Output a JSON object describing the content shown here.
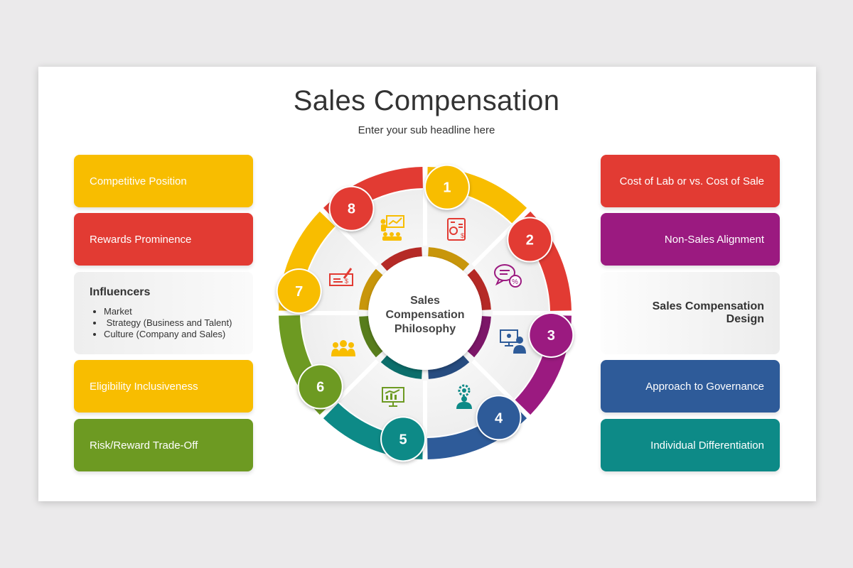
{
  "title": "Sales Compensation",
  "subtitle": "Enter your sub headline here",
  "center_text": [
    "Sales",
    "Compensation",
    "Philosophy"
  ],
  "left_items": [
    {
      "label": "Competitive Position",
      "color": "#f8bd00"
    },
    {
      "label": "Rewards Prominence",
      "color": "#e23b33"
    },
    {
      "label": "Eligibility Inclusiveness",
      "color": "#f8bd00"
    },
    {
      "label": "Risk/Reward Trade-Off",
      "color": "#6d9a22"
    }
  ],
  "influencers": {
    "heading": "Influencers",
    "bullets": [
      "Market",
      " Strategy (Business and Talent)",
      "Culture (Company and Sales)"
    ]
  },
  "right_items": [
    {
      "label": "Cost of Lab or vs. Cost of Sale",
      "color": "#e23b33"
    },
    {
      "label": "Non-Sales Alignment",
      "color": "#9b1a80"
    },
    {
      "label": "Sales Compensation Design",
      "color": ""
    },
    {
      "label": "Approach to Governance",
      "color": "#2e5b99"
    },
    {
      "label": "Individual Differentiation",
      "color": "#0d8a87"
    }
  ],
  "segments": [
    {
      "number": "1",
      "color": "#f8bd00",
      "icon": "presentation-icon"
    },
    {
      "number": "2",
      "color": "#e23b33",
      "icon": "report-icon"
    },
    {
      "number": "3",
      "color": "#9b1a80",
      "icon": "chat-percent-icon"
    },
    {
      "number": "4",
      "color": "#2e5b99",
      "icon": "monitor-user-icon"
    },
    {
      "number": "5",
      "color": "#0d8a87",
      "icon": "manager-gear-icon"
    },
    {
      "number": "6",
      "color": "#6d9a22",
      "icon": "chart-monitor-icon"
    },
    {
      "number": "7",
      "color": "#f8bd00",
      "icon": "team-icon"
    },
    {
      "number": "8",
      "color": "#e23b33",
      "icon": "cheque-icon"
    }
  ]
}
